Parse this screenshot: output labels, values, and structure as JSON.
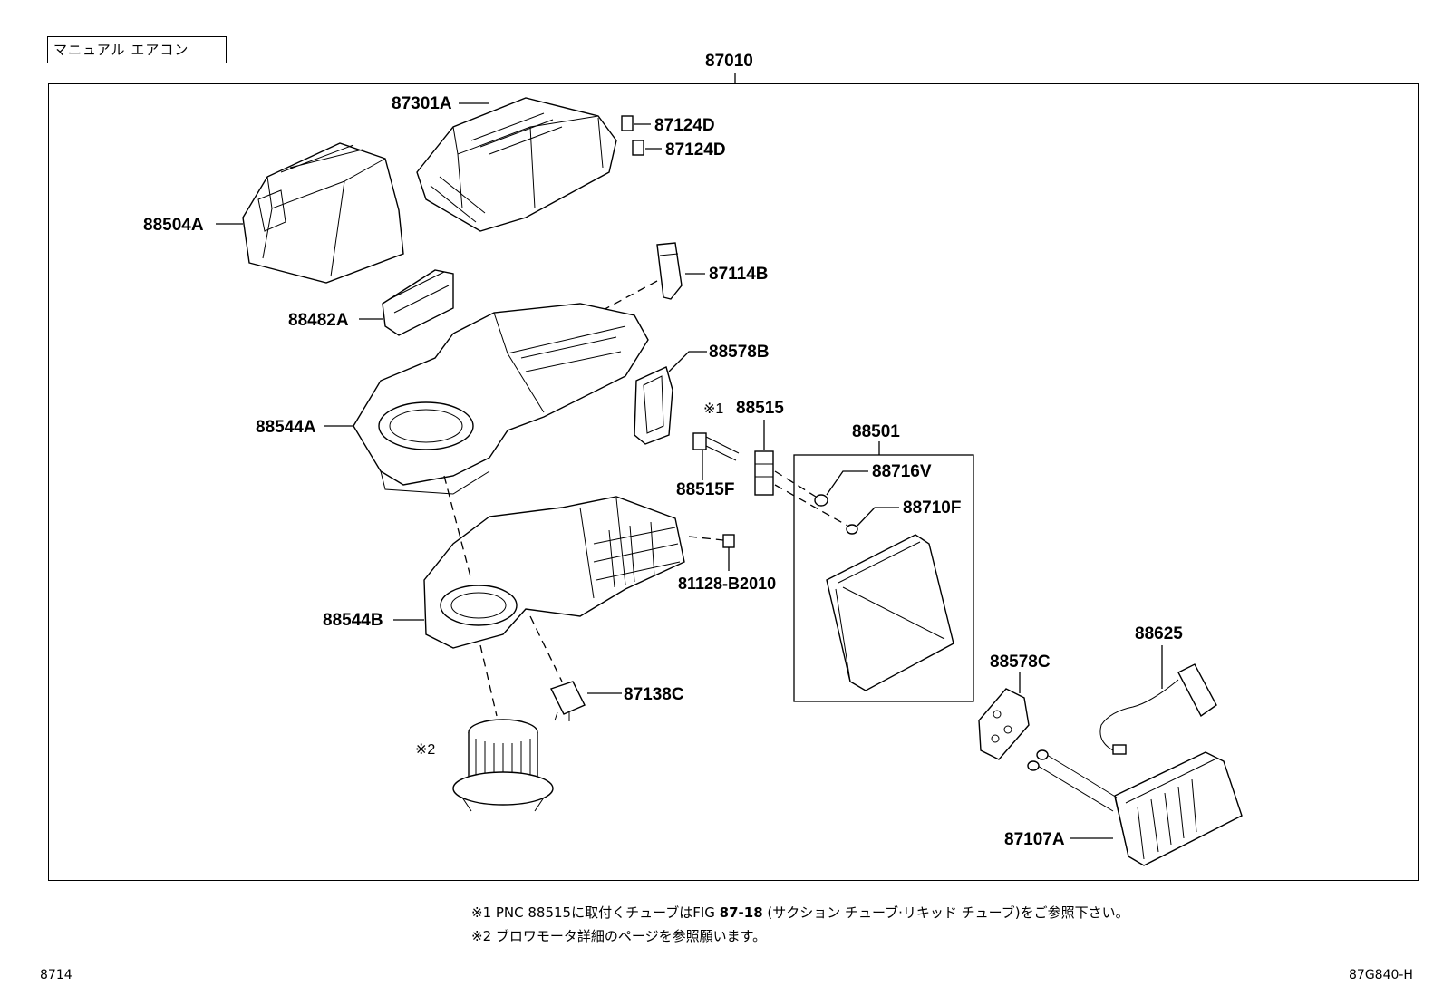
{
  "header": {
    "variant_tag": "マニュアル エアコン",
    "assembly_number": "87010"
  },
  "parts": {
    "p87301A": "87301A",
    "p87124D_a": "87124D",
    "p87124D_b": "87124D",
    "p88504A": "88504A",
    "p87114B": "87114B",
    "p88482A": "88482A",
    "p88578B": "88578B",
    "p88515_mark": "※1",
    "p88515": "88515",
    "p88544A": "88544A",
    "p88501": "88501",
    "p88716V": "88716V",
    "p88515F": "88515F",
    "p88710F": "88710F",
    "p81128": "81128-B2010",
    "p88544B": "88544B",
    "p87138C": "87138C",
    "p88578C": "88578C",
    "p88625": "88625",
    "p_blower_mark": "※2",
    "p87107A": "87107A"
  },
  "notes": {
    "note1_prefix": "※1 PNC 88515に取付くチューブはFIG ",
    "note1_fig": "87-18",
    "note1_suffix": " (サクション チューブ·リキッド チューブ)をご参照下さい。",
    "note2": "※2 ブロワモータ詳細のページを参照願います。"
  },
  "footer": {
    "page_code": "8714",
    "figure_code": "87G840-H"
  }
}
